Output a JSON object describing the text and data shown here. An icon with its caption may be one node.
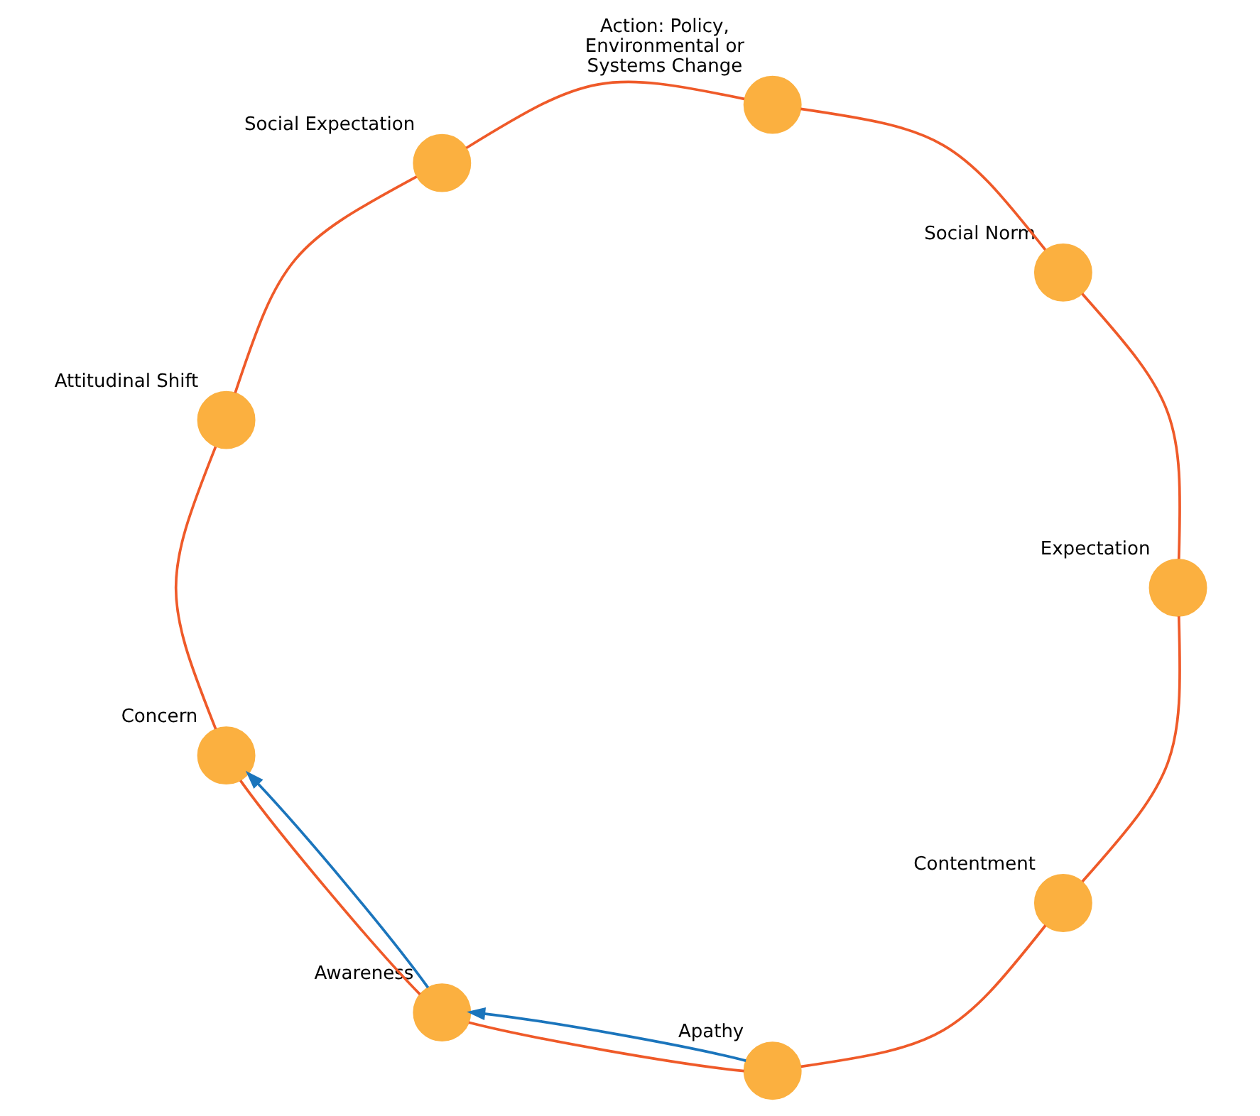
{
  "diagram": {
    "nodes": [
      {
        "text": [],
        "shape": "circle",
        "beside": [
          "Apathy"
        ]
      },
      {
        "text": [],
        "shape": "circle",
        "beside": [
          "Awareness"
        ]
      },
      {
        "text": [],
        "shape": "circle",
        "beside": [
          "Concern"
        ]
      },
      {
        "text": [],
        "shape": "circle",
        "beside": [
          "Attitudinal Shift"
        ]
      },
      {
        "text": [],
        "shape": "circle",
        "beside": [
          "Social Expectation"
        ]
      },
      {
        "text": [],
        "shape": "circle",
        "beside": [
          "Action: Policy, Environmental or Systems Change"
        ]
      },
      {
        "text": [],
        "shape": "circle",
        "beside": [
          "Social Norm"
        ]
      },
      {
        "text": [],
        "shape": "circle",
        "beside": [
          "Expectation"
        ]
      },
      {
        "text": [],
        "shape": "circle",
        "beside": [
          "Contentment"
        ]
      }
    ],
    "edges": [
      {
        "from": 0,
        "to": 1,
        "arrow": "none"
      },
      {
        "from": 1,
        "to": 2,
        "arrow": "none"
      },
      {
        "from": 2,
        "to": 3,
        "arrow": "none"
      },
      {
        "from": 3,
        "to": 4,
        "arrow": "none"
      },
      {
        "from": 4,
        "to": 5,
        "arrow": "none"
      },
      {
        "from": 5,
        "to": 6,
        "arrow": "none"
      },
      {
        "from": 6,
        "to": 7,
        "arrow": "none"
      },
      {
        "from": 7,
        "to": 8,
        "arrow": "none"
      },
      {
        "from": 8,
        "to": 0,
        "arrow": "none"
      },
      {
        "from": 0,
        "to": 1,
        "arrow": "to",
        "color": "#1b75bc"
      },
      {
        "from": 1,
        "to": 2,
        "arrow": "to",
        "color": "#1b75bc"
      }
    ]
  }
}
